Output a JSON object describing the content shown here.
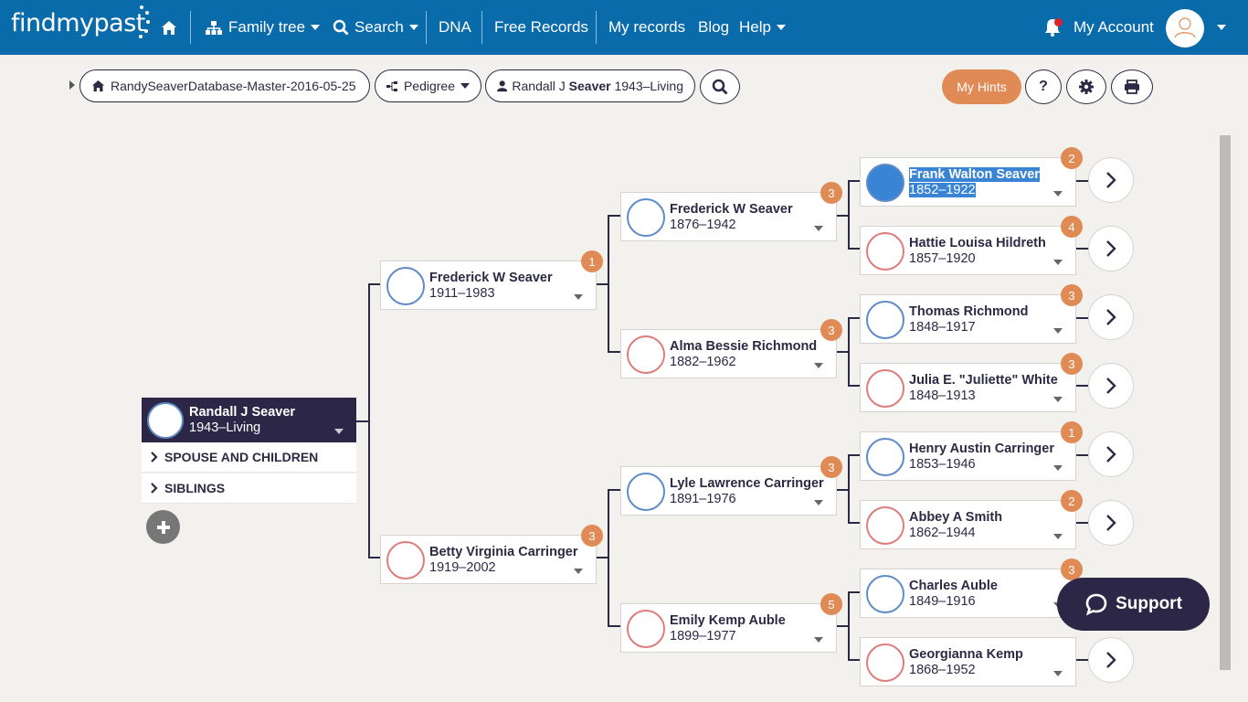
{
  "nav": {
    "logo": "findmypast",
    "family_tree": "Family tree",
    "search": "Search",
    "dna": "DNA",
    "free_records": "Free Records",
    "my_records": "My records",
    "blog": "Blog",
    "help": "Help",
    "my_account": "My Account"
  },
  "toolbar": {
    "database": "RandySeaverDatabase-Master-2016-05-25",
    "view": "Pedigree",
    "person_first": "Randall J",
    "person_surname": "Seaver",
    "person_dates": "1943–Living",
    "hints": "My Hints"
  },
  "root": {
    "name": "Randall J Seaver",
    "dates": "1943–Living",
    "spouse_children": "SPOUSE AND CHILDREN",
    "siblings": "SIBLINGS"
  },
  "gen1": [
    {
      "name": "Frederick W Seaver",
      "dates": "1911–1983",
      "hints": "1"
    },
    {
      "name": "Betty Virginia Carringer",
      "dates": "1919–2002",
      "hints": "3"
    }
  ],
  "gen2": [
    {
      "name": "Frederick W Seaver",
      "dates": "1876–1942",
      "hints": "3"
    },
    {
      "name": "Alma Bessie Richmond",
      "dates": "1882–1962",
      "hints": "3"
    },
    {
      "name": "Lyle Lawrence Carringer",
      "dates": "1891–1976",
      "hints": "3"
    },
    {
      "name": "Emily Kemp Auble",
      "dates": "1899–1977",
      "hints": "5"
    }
  ],
  "gen3": [
    {
      "name": "Frank Walton Seaver",
      "dates": "1852–1922",
      "hints": "2"
    },
    {
      "name": "Hattie Louisa Hildreth",
      "dates": "1857–1920",
      "hints": "4"
    },
    {
      "name": "Thomas Richmond",
      "dates": "1848–1917",
      "hints": "3"
    },
    {
      "name": "Julia E. \"Juliette\" White",
      "dates": "1848–1913",
      "hints": "3"
    },
    {
      "name": "Henry Austin Carringer",
      "dates": "1853–1946",
      "hints": "1"
    },
    {
      "name": "Abbey A Smith",
      "dates": "1862–1944",
      "hints": "2"
    },
    {
      "name": "Charles Auble",
      "dates": "1849–1916",
      "hints": "3"
    },
    {
      "name": "Georgianna Kemp",
      "dates": "1868–1952",
      "hints": ""
    }
  ],
  "support": "Support",
  "colors": {
    "brand": "#0a6bab",
    "accent": "#e08b55",
    "dark": "#2c2647",
    "male": "#5f8cc6",
    "female": "#de7c7c"
  }
}
